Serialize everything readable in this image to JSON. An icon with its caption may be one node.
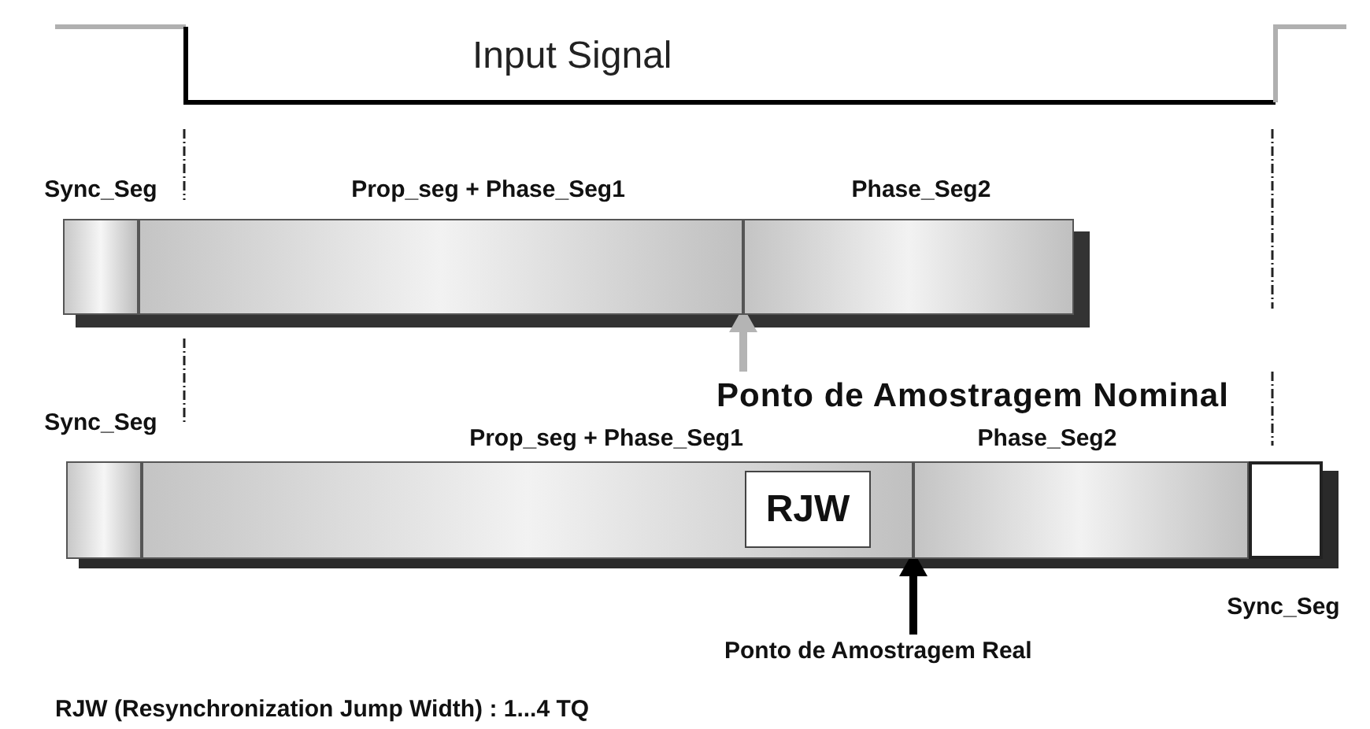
{
  "diagram": {
    "nodes": [
      {
        "text": [
          "Sync_Seg"
        ]
      },
      {
        "text": [
          "Prop_seg + Phase_Seg1"
        ]
      },
      {
        "text": [
          "Phase_Seg2"
        ]
      },
      {
        "text": [
          "Sync_Seg"
        ]
      },
      {
        "text": [
          "Prop_seg + Phase_Seg1"
        ]
      },
      {
        "text": [
          "RJW"
        ],
        "in": 4
      },
      {
        "text": [
          "Phase_Seg2"
        ]
      },
      {
        "text": [
          "Sync_Seg"
        ]
      },
      {
        "text": [
          "Ponto de Amostragem Nominal"
        ]
      },
      {
        "text": [
          "Ponto de Amostragem Real"
        ]
      }
    ],
    "edges": [
      {
        "from": 8,
        "to": 2,
        "arrow": "to",
        "color": "#b4b4b4"
      },
      {
        "from": 9,
        "to": 6,
        "arrow": "to",
        "color": "#000000"
      }
    ],
    "labels": [
      "Input Signal",
      "RJW (Resynchronization Jump Width) : 1...4 TQ"
    ]
  }
}
